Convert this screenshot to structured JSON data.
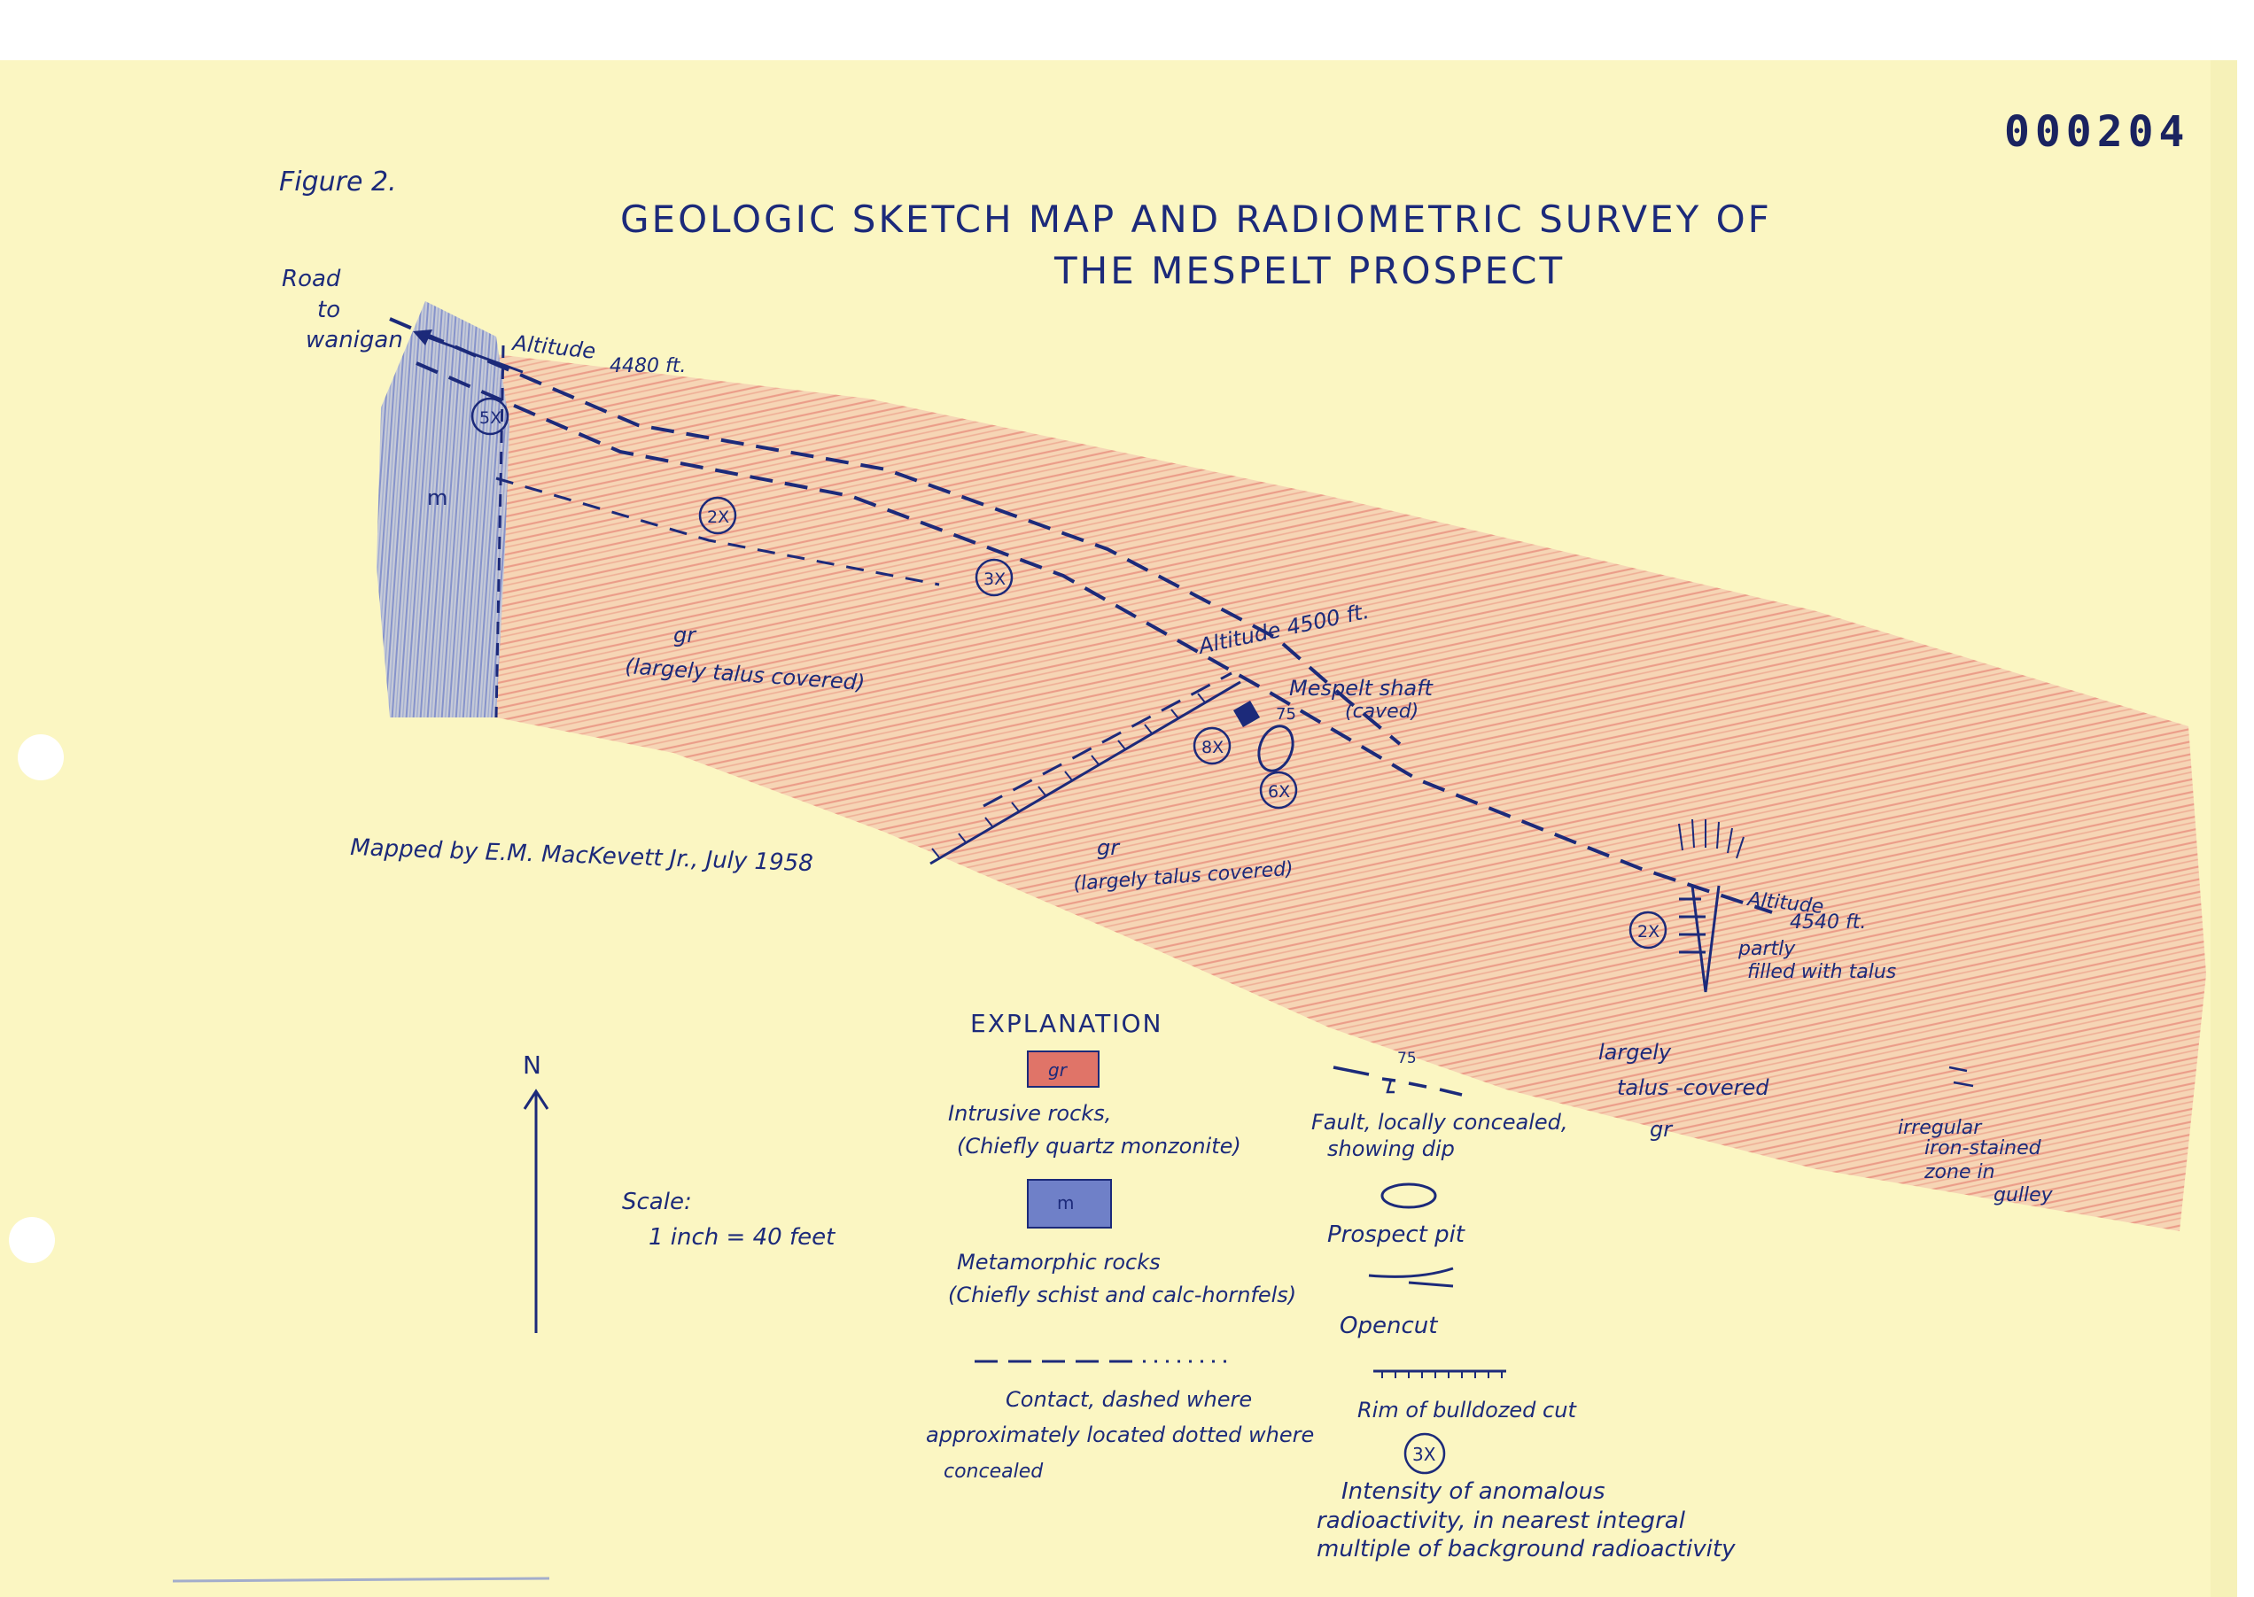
{
  "document_number": "000204",
  "figure_label": "Figure 2.",
  "title": {
    "line1": "GEOLOGIC SKETCH MAP AND RADIOMETRIC SURVEY OF",
    "line2": "THE MESPELT PROSPECT"
  },
  "road": {
    "line1": "Road",
    "line2": "to",
    "line3": "wanigan"
  },
  "altitudes": [
    {
      "label": "Altitude",
      "value": "4480 ft."
    },
    {
      "label": "Altitude 4500 ft."
    },
    {
      "label": "Altitude",
      "value": "4540 ft."
    }
  ],
  "shaft": {
    "name": "Mespelt shaft",
    "note": "(caved)",
    "dip": "75"
  },
  "map_units": {
    "m": "m",
    "gr_upper": {
      "symbol": "gr",
      "note": "(largely talus covered)"
    },
    "gr_lower": {
      "symbol": "gr",
      "note": "(largely talus covered)"
    },
    "gr_right": {
      "line1": "largely",
      "line2": "talus -covered",
      "symbol": "gr"
    }
  },
  "intensity_markers": [
    "5X",
    "2X",
    "3X",
    "8X",
    "6X",
    "2X"
  ],
  "pit_note": {
    "line1": "partly",
    "line2": "filled with talus"
  },
  "iron_zone": {
    "line1": "irregular",
    "line2": "iron-stained",
    "line3": "zone in",
    "line4": "gulley"
  },
  "mapped_by": "Mapped by E.M. MacKevett Jr., July 1958",
  "north_label": "N",
  "scale": {
    "label": "Scale:",
    "value": "1 inch = 40 feet"
  },
  "explanation": {
    "heading": "EXPLANATION",
    "intrusive": {
      "symbol": "gr",
      "line1": "Intrusive rocks,",
      "line2": "(Chiefly quartz monzonite)"
    },
    "metamorphic": {
      "symbol": "m",
      "line1": "Metamorphic rocks",
      "line2": "(Chiefly schist and calc-hornfels)"
    },
    "contact": {
      "line1": "Contact, dashed where",
      "line2": "approximately located dotted where",
      "line3": "concealed"
    },
    "fault": {
      "dip": "75",
      "line1": "Fault, locally concealed,",
      "line2": "showing dip"
    },
    "prospect_pit": "Prospect pit",
    "opencut": "Opencut",
    "rim": "Rim of bulldozed cut",
    "intensity": {
      "symbol": "3X",
      "line1": "Intensity of anomalous",
      "line2": "radioactivity, in nearest integral",
      "line3": "multiple of background radioactivity"
    }
  },
  "colors": {
    "paper": "#fbf6c2",
    "ink": "#1c2a7a",
    "number_ink": "#1a2360",
    "intrusive_red": "#e07468",
    "metamorphic_blue": "#6f80c8"
  }
}
